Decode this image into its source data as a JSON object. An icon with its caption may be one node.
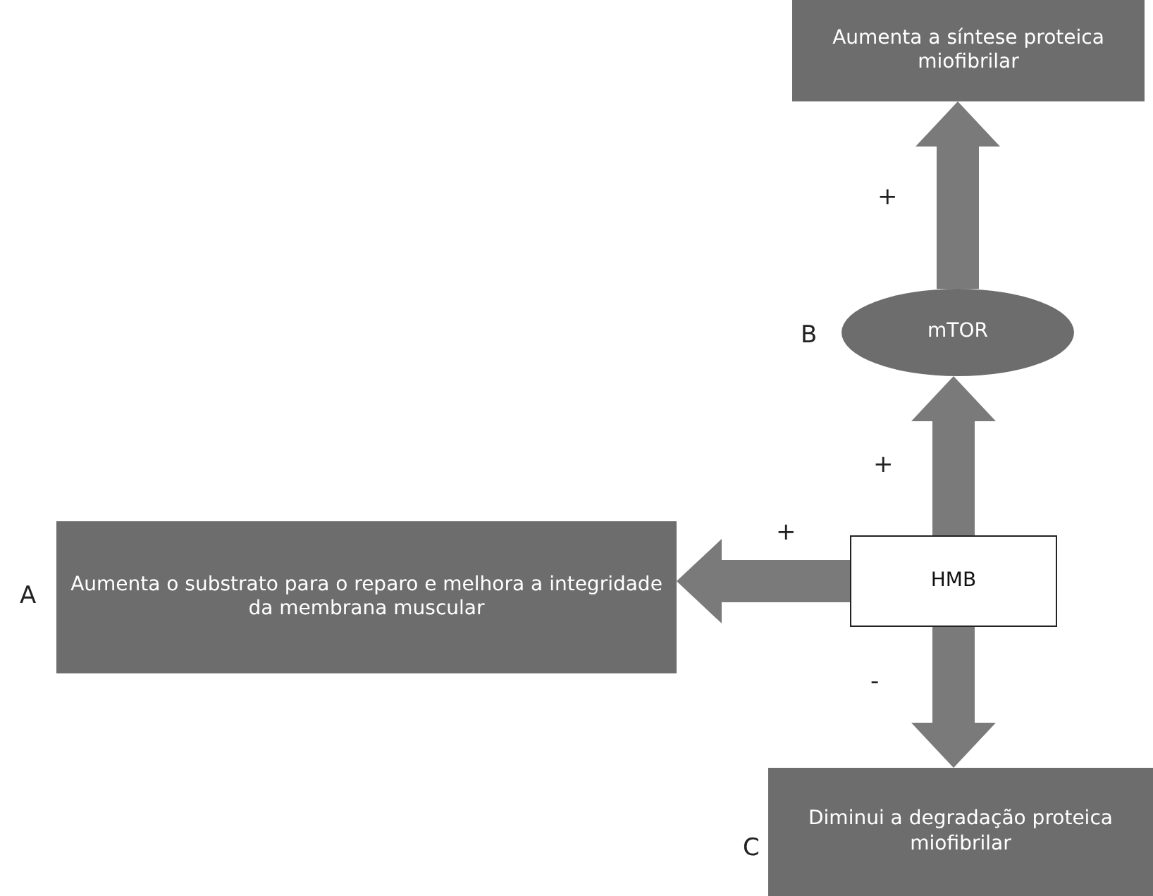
{
  "diagram": {
    "nodes": [
      {
        "text": [
          "Aumenta a síntese proteica miofibrilar"
        ]
      },
      {
        "text": [
          "mTOR"
        ],
        "beside": [
          "B"
        ]
      },
      {
        "text": [
          "HMB"
        ]
      },
      {
        "text": [
          "Aumenta o substrato para o reparo e melhora a integridade da membrana muscular"
        ],
        "beside": [
          "A"
        ]
      },
      {
        "text": [
          "Diminui a degradação proteica miofibrilar"
        ],
        "beside": [
          "C"
        ]
      }
    ],
    "edges": [
      {
        "from": 1,
        "to": 0,
        "arrow": "to",
        "label": "+"
      },
      {
        "from": 2,
        "to": 1,
        "arrow": "to",
        "label": "+"
      },
      {
        "from": 2,
        "to": 3,
        "arrow": "to",
        "label": "+"
      },
      {
        "from": 2,
        "to": 4,
        "arrow": "to",
        "label": "-"
      }
    ]
  }
}
